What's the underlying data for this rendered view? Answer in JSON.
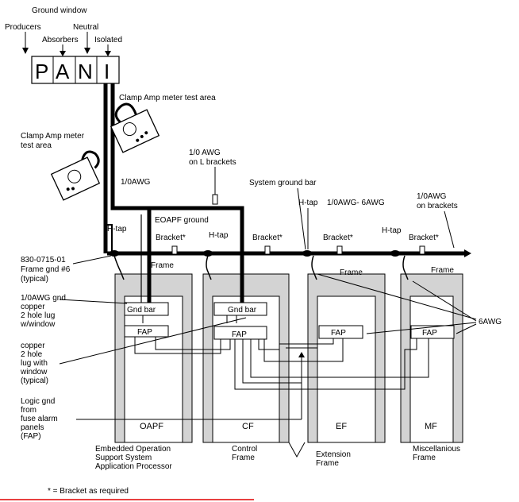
{
  "header": {
    "ground_window": "Ground window",
    "producers": "Producers",
    "absorbers": "Absorbers",
    "neutral": "Neutral",
    "isolated": "Isolated",
    "letters": [
      "P",
      "A",
      "N",
      "I"
    ]
  },
  "labels": {
    "clamp_amp_1": "Clamp Amp meter test area",
    "clamp_amp_2_line1": "Clamp Amp meter",
    "clamp_amp_2_line2": "test area",
    "awg_l_brackets_1": "1/0 AWG",
    "awg_l_brackets_2": "on L brackets",
    "awg_1": "1/0AWG",
    "system_ground_bar": "System ground bar",
    "eoapf_ground": "EOAPF ground",
    "htap_1": "H-tap",
    "htap_2": "H-tap",
    "htap_3": "H-tap",
    "htap_4": "H-tap",
    "awg_6awg": "1/0AWG- 6AWG",
    "awg_brackets_1": "1/0AWG",
    "awg_brackets_2": "on brackets",
    "bracket_1": "Bracket*",
    "bracket_2": "Bracket*",
    "bracket_3": "Bracket*",
    "bracket_4": "Bracket*",
    "frame_gnd_1": "830-0715-01",
    "frame_gnd_2": "Frame gnd #6",
    "frame_gnd_3": "(typical)",
    "frame_1": "Frame",
    "frame_2": "Frame",
    "frame_3": "Frame",
    "gnd_copper_1": "1/0AWG gnd",
    "gnd_copper_2": "copper",
    "gnd_copper_3": "2 hole lug",
    "gnd_copper_4": "w/window",
    "copper_lug_1": "copper",
    "copper_lug_2": "2 hole",
    "copper_lug_3": "lug with",
    "copper_lug_4": "window",
    "copper_lug_5": "(typical)",
    "logic_gnd_1": "Logic gnd",
    "logic_gnd_2": "from",
    "logic_gnd_3": "fuse alarm",
    "logic_gnd_4": "panels",
    "logic_gnd_5": "(FAP)",
    "six_awg": "6AWG",
    "gnd_bar_1": "Gnd bar",
    "gnd_bar_2": "Gnd bar",
    "fap_1": "FAP",
    "fap_2": "FAP",
    "fap_3": "FAP",
    "fap_4": "FAP",
    "footnote": "* = Bracket as required"
  },
  "frames": {
    "oapf": "OAPF",
    "cf": "CF",
    "ef": "EF",
    "mf": "MF"
  },
  "frame_descriptions": {
    "eosap_1": "Embedded  Operation",
    "eosap_2": "Support  System",
    "eosap_3": "Application Processor",
    "cf_1": "Control",
    "cf_2": "Frame",
    "ef_1": "Extension",
    "ef_2": "Frame",
    "mf_1": "Miscellanious",
    "mf_2": "Frame"
  },
  "colors": {
    "frame_fill": "#d3d3d3",
    "footnote_line": "#e00000"
  }
}
